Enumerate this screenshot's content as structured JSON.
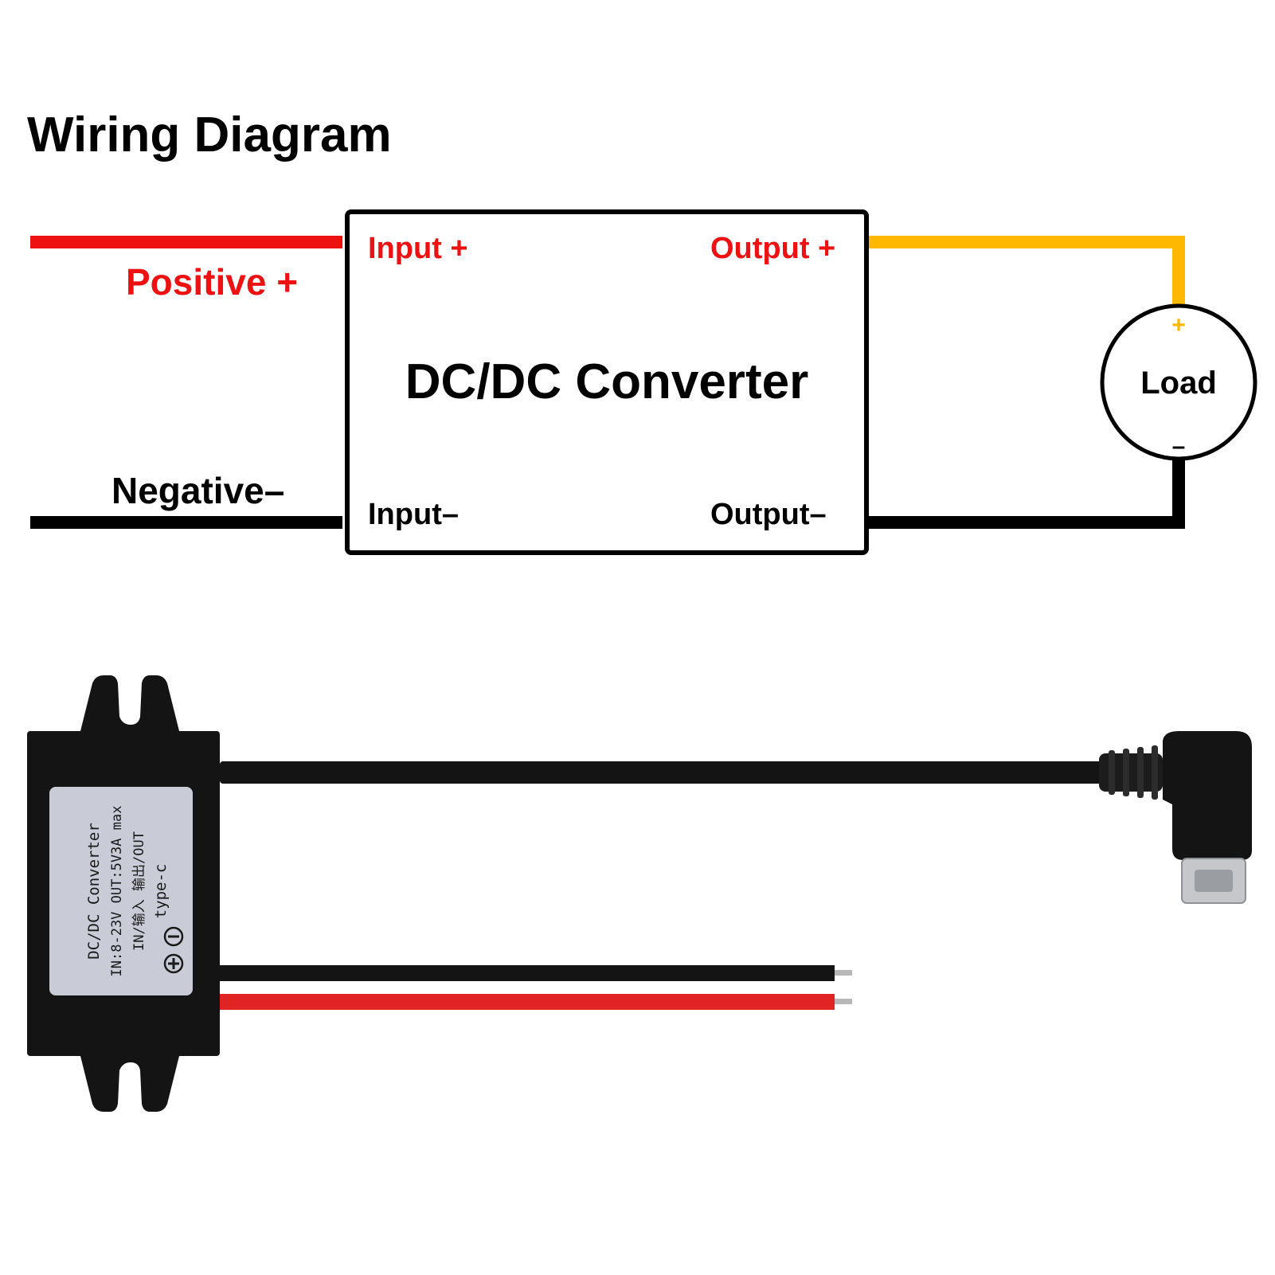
{
  "title": "Wiring Diagram",
  "wires": {
    "positive_label": "Positive +",
    "negative_label": "Negative–"
  },
  "converter_box": {
    "name": "DC/DC Converter",
    "input_plus": "Input +",
    "input_minus": "Input–",
    "output_plus": "Output +",
    "output_minus": "Output–"
  },
  "load": {
    "label": "Load",
    "plus": "+",
    "minus": "–"
  },
  "device_label": {
    "line1": "DC/DC Converter",
    "line2": "IN:8-23V  OUT:5V3A max",
    "line3": "IN/输入      输出/OUT",
    "line4": "type-c"
  },
  "colors": {
    "positive_wire": "#ee1111",
    "negative_wire": "#000000",
    "output_positive_wire": "#ffb800",
    "device_body": "#141414",
    "device_label_bg": "#c9ccd6"
  }
}
